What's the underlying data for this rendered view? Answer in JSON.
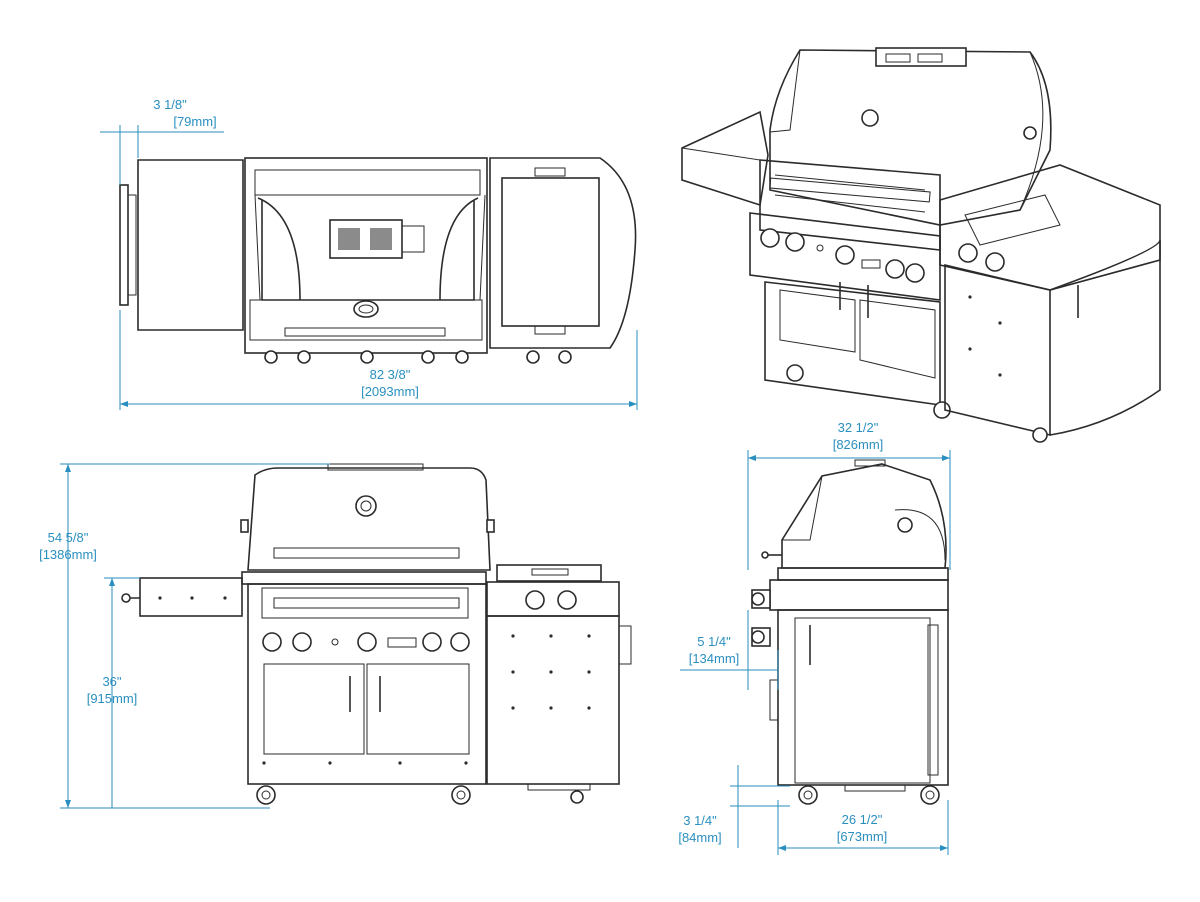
{
  "dimensions": {
    "top_offset": {
      "imperial": "3 1/8\"",
      "metric": "[79mm]"
    },
    "overall_width": {
      "imperial": "82 3/8\"",
      "metric": "[2093mm]"
    },
    "overall_height": {
      "imperial": "54 5/8\"",
      "metric": "[1386mm]"
    },
    "counter_height": {
      "imperial": "36\"",
      "metric": "[915mm]"
    },
    "overall_depth": {
      "imperial": "32 1/2\"",
      "metric": "[826mm]"
    },
    "panel_offset": {
      "imperial": "5 1/4\"",
      "metric": "[134mm]"
    },
    "base_offset": {
      "imperial": "3 1/4\"",
      "metric": "[84mm]"
    },
    "cart_depth": {
      "imperial": "26 1/2\"",
      "metric": "[673mm]"
    }
  },
  "colors": {
    "dimension": "#2a8fbf",
    "outline": "#2b2b2b"
  }
}
